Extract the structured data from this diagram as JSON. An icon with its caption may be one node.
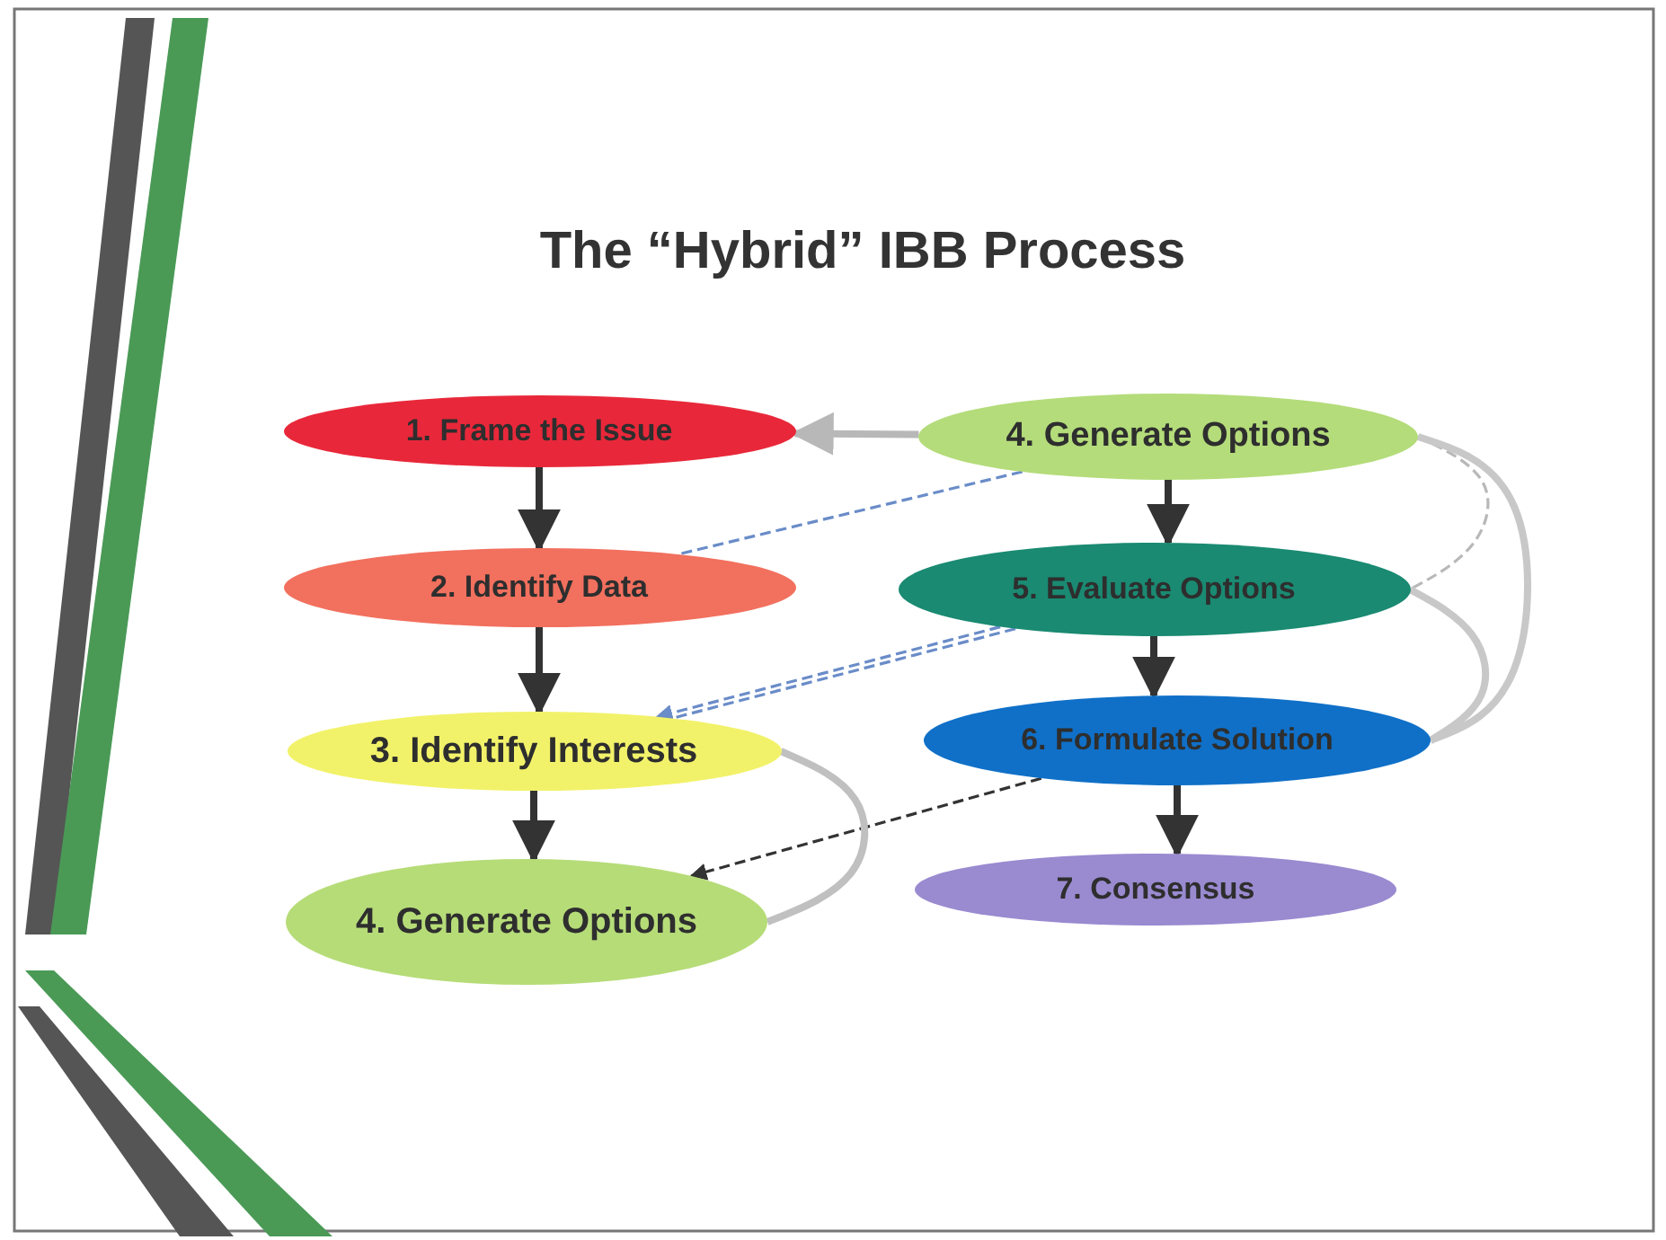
{
  "diagram": {
    "title": "The “Hybrid” IBB Process",
    "nodes": [
      {
        "text": [
          "1. Frame the Issue"
        ]
      },
      {
        "text": [
          "2. Identify Data"
        ]
      },
      {
        "text": [
          "3. Identify Interests"
        ]
      },
      {
        "text": [
          "4. Generate Options"
        ]
      },
      {
        "text": [
          "4. Generate Options"
        ]
      },
      {
        "text": [
          "5. Evaluate Options"
        ]
      },
      {
        "text": [
          "6. Formulate Solution"
        ]
      },
      {
        "text": [
          "7. Consensus"
        ]
      }
    ],
    "edges": [
      {
        "from": 0,
        "to": 1,
        "arrow": "to"
      },
      {
        "from": 1,
        "to": 2,
        "arrow": "to"
      },
      {
        "from": 2,
        "to": 3,
        "arrow": "to"
      },
      {
        "from": 4,
        "to": 5,
        "arrow": "to"
      },
      {
        "from": 5,
        "to": 6,
        "arrow": "to"
      },
      {
        "from": 6,
        "to": 7,
        "arrow": "to"
      },
      {
        "from": 4,
        "to": 0,
        "arrow": "to",
        "color": "#b8b8b8"
      },
      {
        "from": 4,
        "to": 1,
        "arrow": "none",
        "style": "dashed",
        "color": "#6a8cc8"
      },
      {
        "from": 5,
        "to": 2,
        "arrow": "to",
        "style": "dashed",
        "color": "#6a8cc8"
      },
      {
        "from": 5,
        "to": 2,
        "arrow": "none",
        "style": "dashed",
        "color": "#6a8cc8"
      },
      {
        "from": 6,
        "to": 3,
        "arrow": "to",
        "style": "dashed"
      },
      {
        "from": 3,
        "to": 2,
        "arrow": "none",
        "color": "#c0c0c0"
      },
      {
        "from": 4,
        "to": 5,
        "arrow": "none",
        "style": "dashed",
        "color": "#b8b8b8"
      },
      {
        "from": 4,
        "to": 6,
        "arrow": "none",
        "color": "#c8c8c8"
      },
      {
        "from": 5,
        "to": 6,
        "arrow": "none",
        "color": "#c8c8c8"
      }
    ]
  }
}
